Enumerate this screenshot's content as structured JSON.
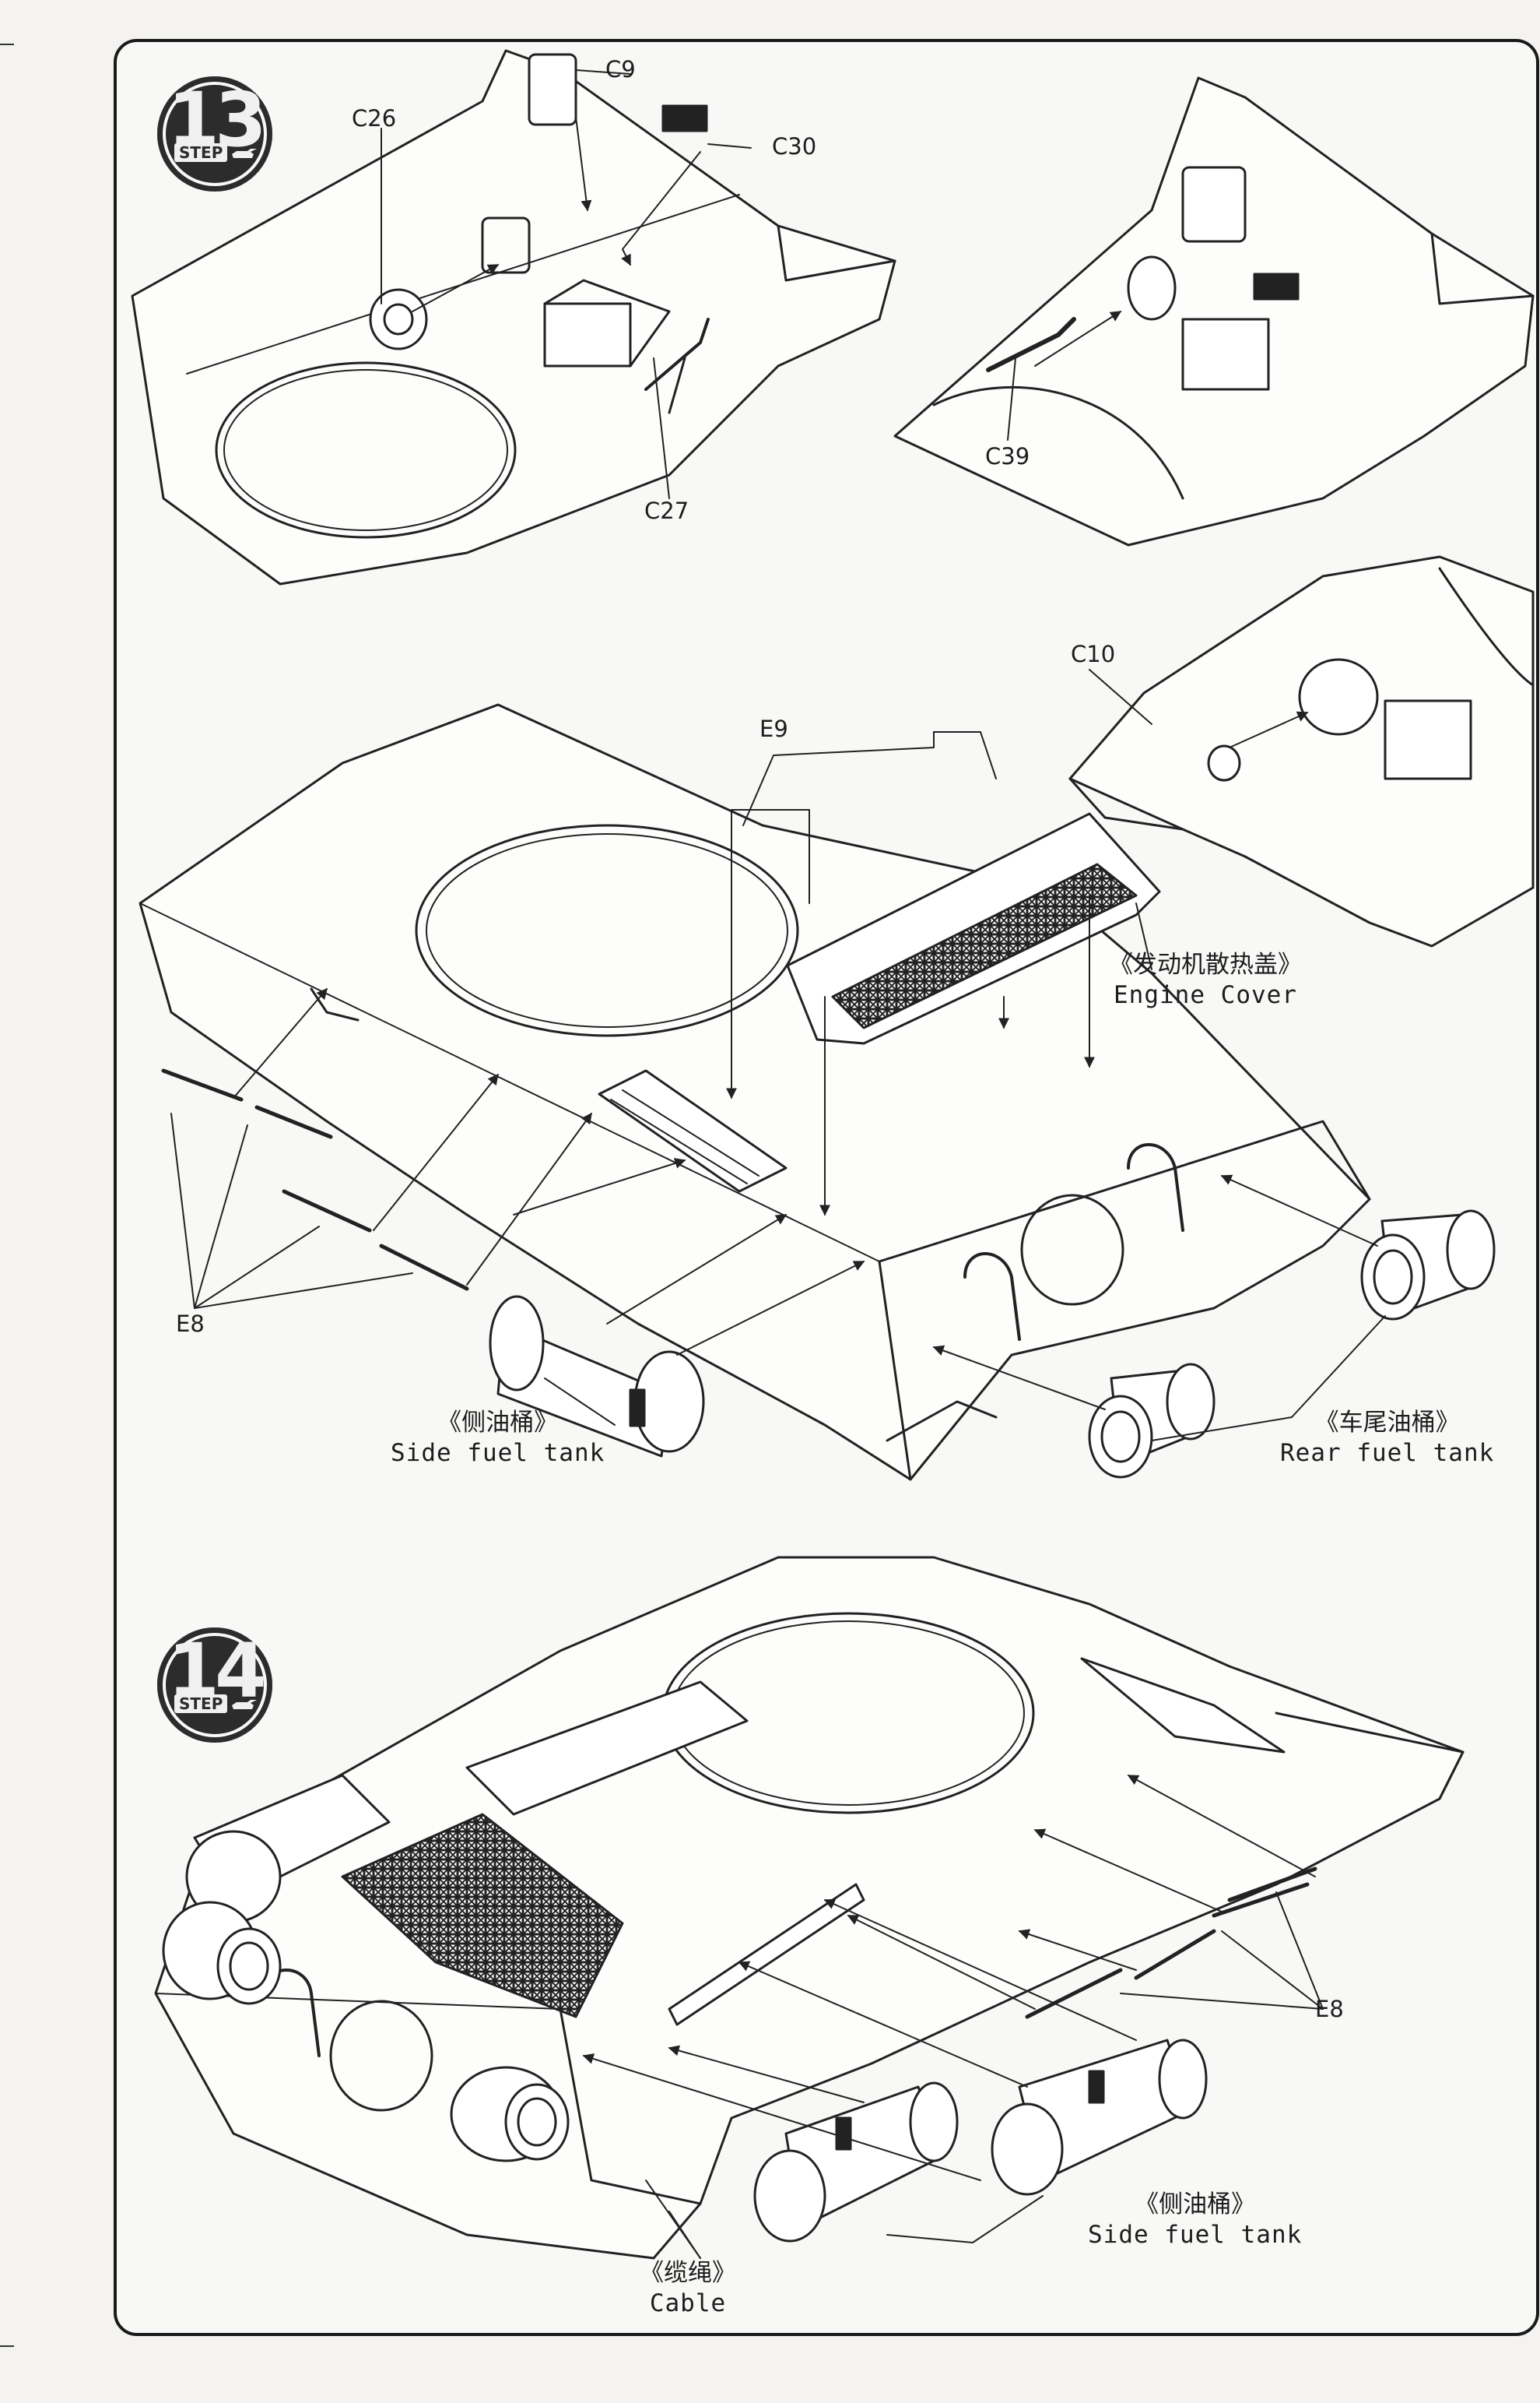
{
  "steps": [
    {
      "number": "13",
      "label": "STEP"
    },
    {
      "number": "14",
      "label": "STEP"
    }
  ],
  "parts": {
    "c9": "C9",
    "c30": "C30",
    "c26": "C26",
    "c27": "C27",
    "c39": "C39",
    "c10": "C10",
    "e9": "E9",
    "e8_step13": "E8",
    "e8_step14": "E8"
  },
  "captions": {
    "engine_cover": {
      "zh": "《发动机散热盖》",
      "en": "Engine Cover"
    },
    "side_fuel_tank_13": {
      "zh": "《侧油桶》",
      "en": "Side fuel tank"
    },
    "rear_fuel_tank": {
      "zh": "《车尾油桶》",
      "en": "Rear fuel tank"
    },
    "side_fuel_tank_14": {
      "zh": "《侧油桶》",
      "en": "Side fuel tank"
    },
    "cable": {
      "zh": "《缆绳》",
      "en": "Cable"
    }
  },
  "colors": {
    "ink": "#1d1d1d",
    "paper": "#f8f8f6",
    "badge": "#2c2c2c"
  }
}
